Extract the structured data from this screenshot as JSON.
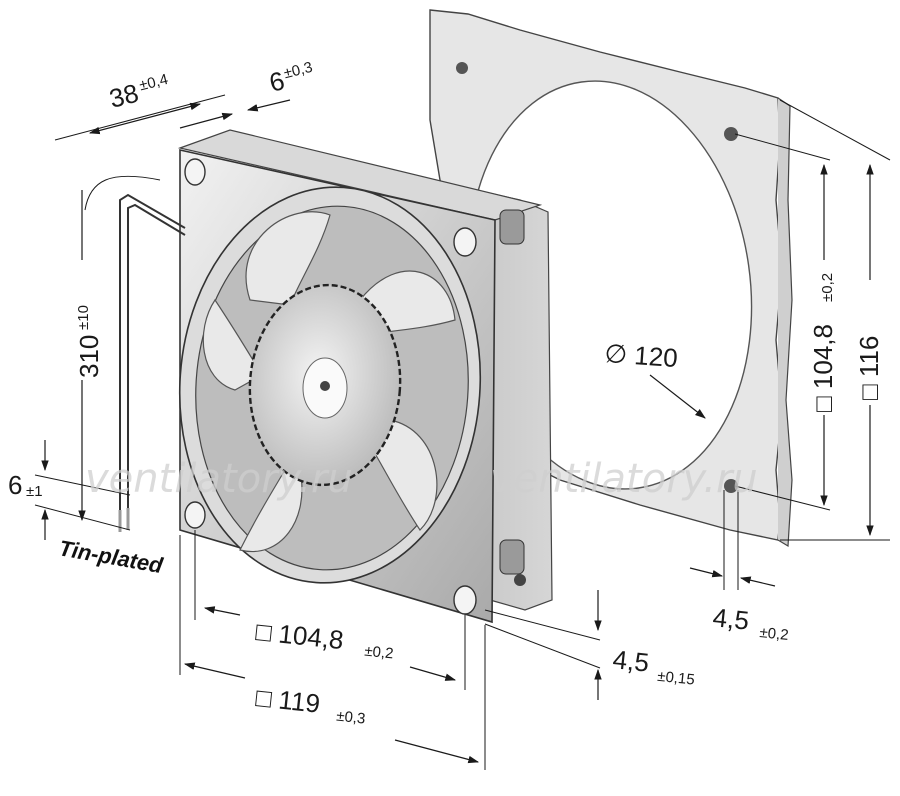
{
  "dimensions": {
    "depth": {
      "value": "38",
      "tolerance": "±0,4"
    },
    "flange": {
      "value": "6",
      "tolerance": "±0,3"
    },
    "cable_length": {
      "value": "310",
      "tolerance": "±10"
    },
    "strip_length": {
      "value": "6",
      "tolerance": "±1"
    },
    "hole_spacing_front": {
      "value": "□ 104,8",
      "tolerance": "±0,2"
    },
    "frame_size_front": {
      "value": "□ 119",
      "tolerance": "±0,3"
    },
    "hole_diameter_front": {
      "value": "4,5",
      "tolerance": "±0,15"
    },
    "cutout_diameter": {
      "value": "∅ 120"
    },
    "panel_hole_spacing": {
      "value": "□ 104,8",
      "tolerance": "±0,2"
    },
    "panel_size": {
      "value": "□ 116"
    },
    "panel_hole_diameter": {
      "value": "4,5",
      "tolerance": "±0,2"
    }
  },
  "labels": {
    "wire_finish": "Tin-plated"
  },
  "watermark": {
    "left": "ventilatory.ru",
    "right": "ventilatory.ru"
  },
  "colors": {
    "metal_light": "#ececec",
    "metal_mid": "#c8c8c8",
    "metal_dark": "#8a8a8a",
    "panel": "#e6e6e6",
    "ink": "#1a1a1a"
  }
}
